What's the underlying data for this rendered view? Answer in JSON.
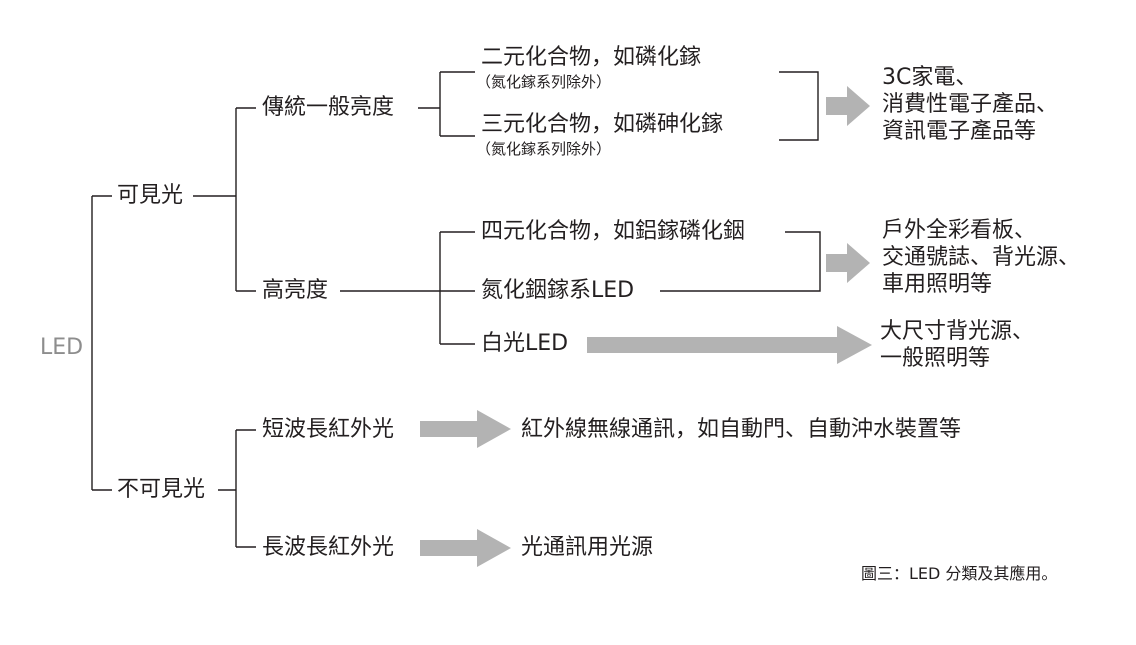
{
  "root": "LED",
  "visible": {
    "label": "可見光",
    "traditional": {
      "label": "傳統一般亮度",
      "item1": "二元化合物，如磷化鎵",
      "item1_note": "（氮化鎵系列除外）",
      "item2": "三元化合物，如磷砷化鎵",
      "item2_note": "（氮化鎵系列除外）",
      "application": "3C家電、\n消費性電子產品、\n資訊電子產品等"
    },
    "high": {
      "label": "高亮度",
      "item1": "四元化合物，如鋁鎵磷化銦",
      "item2": "氮化銦鎵系LED",
      "application": "戶外全彩看板、\n交通號誌、背光源、\n車用照明等",
      "white": "白光LED",
      "white_application": "大尺寸背光源、\n一般照明等"
    }
  },
  "invisible": {
    "label": "不可見光",
    "short": {
      "label": "短波長紅外光",
      "application": "紅外線無線通訊，如自動門、自動沖水裝置等"
    },
    "long": {
      "label": "長波長紅外光",
      "application": "光通訊用光源"
    }
  },
  "caption": "圖三：LED 分類及其應用。",
  "colors": {
    "line": "#231f20",
    "arrow": "#b3b3b3",
    "root": "#8d8d8d"
  }
}
